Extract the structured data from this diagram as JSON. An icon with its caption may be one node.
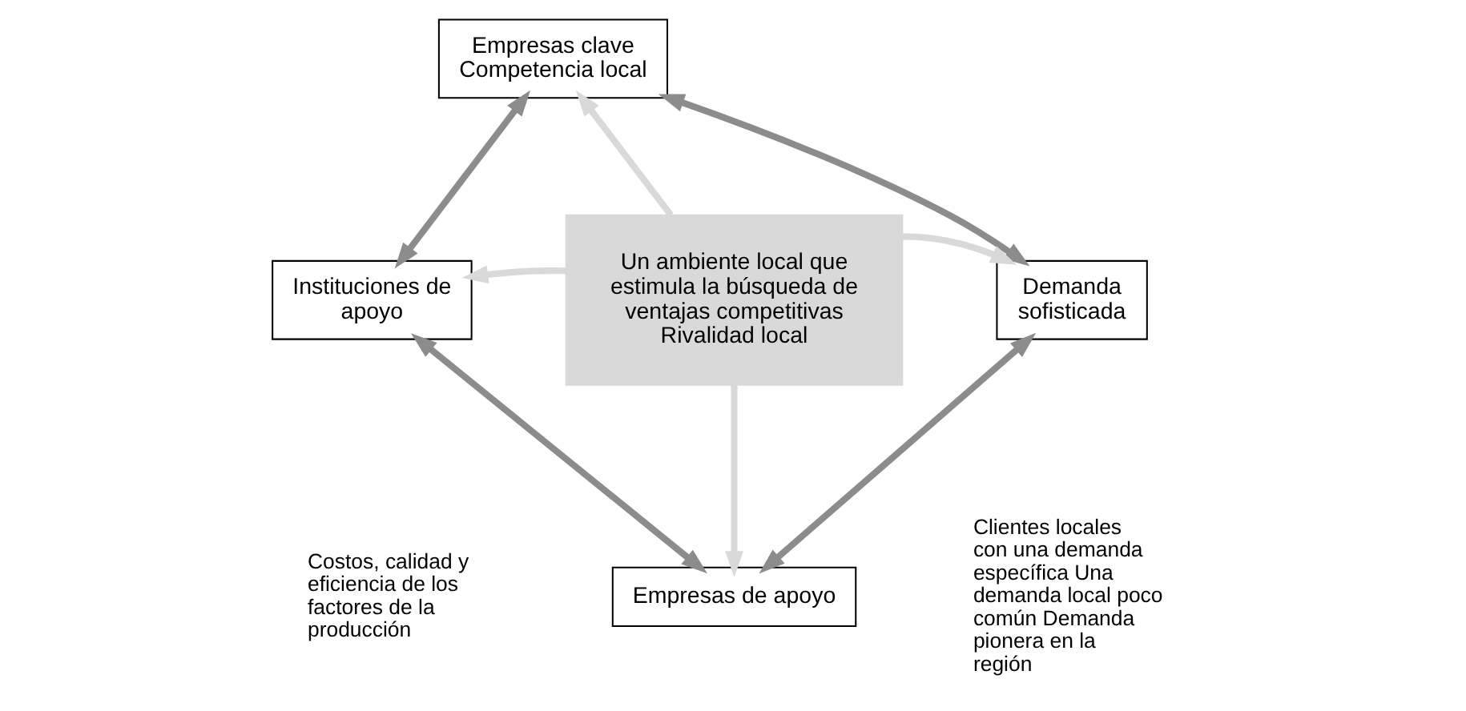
{
  "diagram": {
    "nodes": [
      {
        "text": [
          "Empresas clave Competencia local"
        ]
      },
      {
        "text": [
          "Instituciones de apoyo"
        ]
      },
      {
        "text": [
          "Un ambiente local que estimula la búsqueda de ventajas competitivas",
          "Rivalidad local"
        ]
      },
      {
        "text": [
          "Demanda sofisticada"
        ]
      },
      {
        "text": [
          "Empresas de apoyo"
        ]
      }
    ],
    "edges": [
      {
        "from": 0,
        "to": 1,
        "arrow": "both",
        "color": "#8c8c8c"
      },
      {
        "from": 0,
        "to": 3,
        "arrow": "both",
        "color": "#8c8c8c"
      },
      {
        "from": 1,
        "to": 4,
        "arrow": "both",
        "color": "#8c8c8c"
      },
      {
        "from": 3,
        "to": 4,
        "arrow": "both",
        "color": "#8c8c8c"
      },
      {
        "from": 2,
        "to": 0,
        "arrow": "to",
        "color": "#d9d9d9"
      },
      {
        "from": 2,
        "to": 1,
        "arrow": "to",
        "color": "#d9d9d9"
      },
      {
        "from": 2,
        "to": 3,
        "arrow": "to",
        "color": "#d9d9d9"
      },
      {
        "from": 2,
        "to": 4,
        "arrow": "to",
        "color": "#d9d9d9"
      }
    ],
    "labels": [
      "Costos, calidad y eficiencia de los factores de la producción",
      "Clientes locales con una demanda específica Una demanda local poco común Demanda pionera en la región"
    ]
  }
}
